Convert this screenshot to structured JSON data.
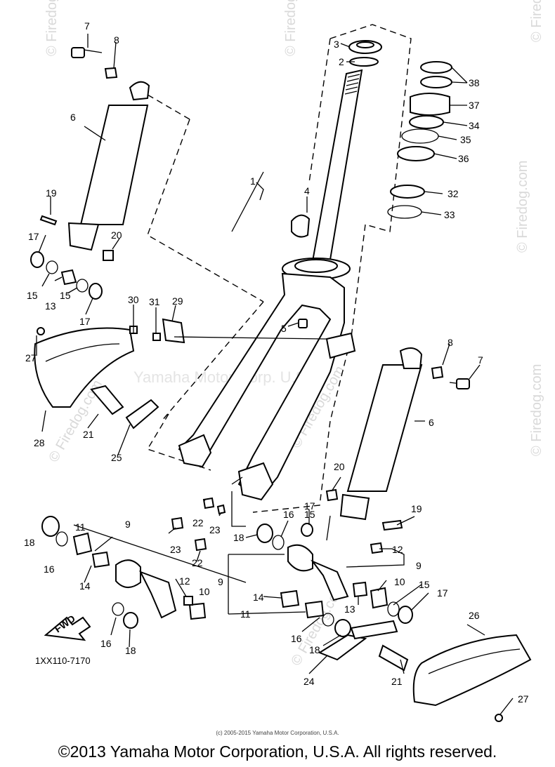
{
  "watermarks": [
    "© Firedog.com",
    "© Firedog.com",
    "© Firedog.com",
    "© Firedog.com",
    "Yamaha Motor Corp. U.S.A.",
    "© Firedog.com",
    "© Firedog.com",
    "© Firedog.com",
    "© Firedog.com"
  ],
  "callouts": [
    "1",
    "2",
    "3",
    "4",
    "5",
    "6",
    "6",
    "7",
    "7",
    "8",
    "8",
    "9",
    "9",
    "9",
    "10",
    "10",
    "11",
    "11",
    "12",
    "12",
    "13",
    "13",
    "14",
    "14",
    "15",
    "15",
    "15",
    "15",
    "16",
    "16",
    "16",
    "16",
    "17",
    "17",
    "17",
    "17",
    "18",
    "18",
    "18",
    "18",
    "19",
    "19",
    "20",
    "20",
    "21",
    "21",
    "22",
    "22",
    "23",
    "23",
    "24",
    "25",
    "26",
    "27",
    "27",
    "28",
    "29",
    "30",
    "31",
    "32",
    "33",
    "34",
    "35",
    "36",
    "37",
    "38"
  ],
  "fwd_label": "FWD",
  "diagram_code": "1XX110-7170",
  "small_copyright": "(c) 2005-2015 Yamaha Motor Corporation, U.S.A.",
  "main_copyright": "©2013 Yamaha Motor Corporation, U.S.A. All rights reserved."
}
